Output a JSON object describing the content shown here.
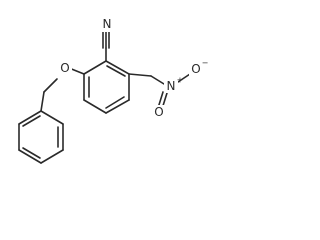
{
  "structure": {
    "atoms": {
      "nitrile_n": "N",
      "ether_o": "O",
      "nitro_n": "N",
      "nitro_n_charge": "+",
      "nitro_o_minus": "O",
      "nitro_o_minus_charge": "−",
      "nitro_o_double": "O"
    }
  },
  "colors": {
    "line": "#2a2a2a",
    "background": "#ffffff"
  }
}
